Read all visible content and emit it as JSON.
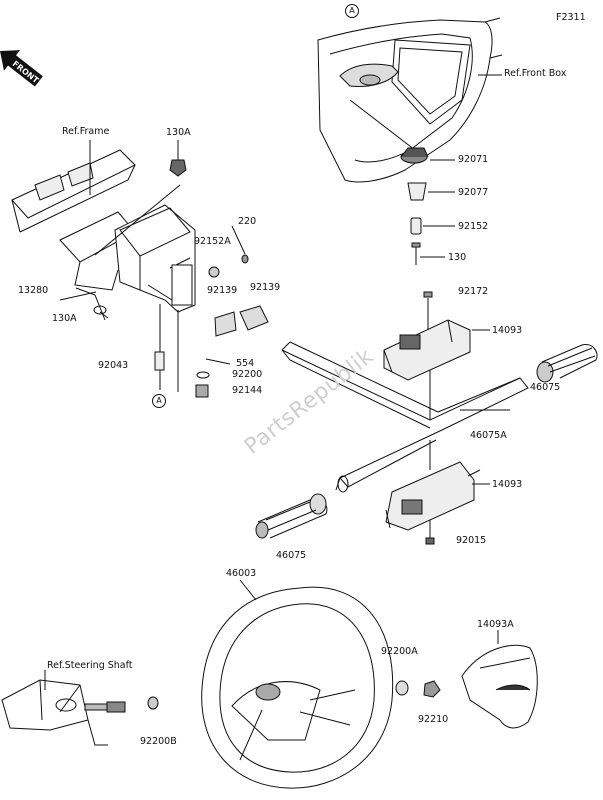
{
  "figure_code": "F2311",
  "front_arrow_text": "FRONT",
  "watermark": "PartsRepublik",
  "refs": {
    "front_box": "Ref.Front Box",
    "frame": "Ref.Frame",
    "steering_shaft": "Ref.Steering Shaft"
  },
  "view_marker": "A",
  "part_numbers": {
    "p92071": "92071",
    "p92077": "92077",
    "p92152": "92152",
    "p130": "130",
    "p130A_top": "130A",
    "p220": "220",
    "p92152A": "92152A",
    "p92139_a": "92139",
    "p92139_b": "92139",
    "p13280": "13280",
    "p130A_bottom": "130A",
    "p92043": "92043",
    "p554": "554",
    "p92200": "92200",
    "p92144": "92144",
    "p92172": "92172",
    "p14093_upper": "14093",
    "p46075_right": "46075",
    "p46075A": "46075A",
    "p14093_lower": "14093",
    "p46075_left": "46075",
    "p92015": "92015",
    "p46003": "46003",
    "p14093A": "14093A",
    "p92200A": "92200A",
    "p92210": "92210",
    "p92200B": "92200B"
  }
}
